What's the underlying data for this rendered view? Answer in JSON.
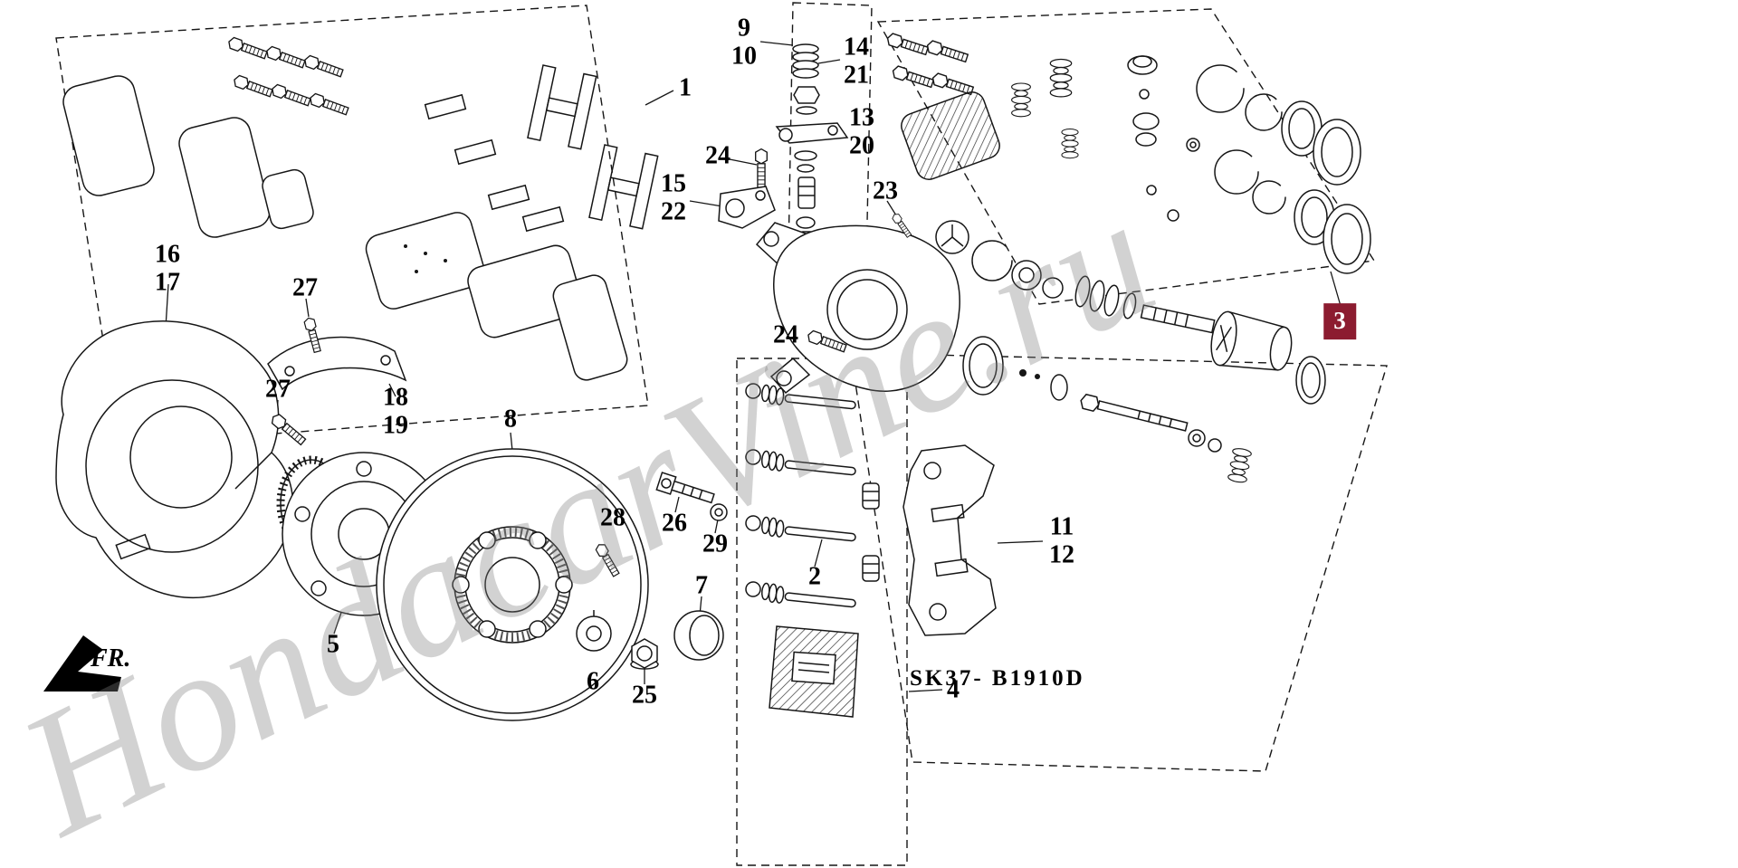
{
  "diagram": {
    "watermark": "HondacarVine.ru",
    "code": "SK37- B1910D",
    "fr_label": "FR.",
    "highlight_color": "#8c1c30",
    "line_color": "#161616",
    "background": "#ffffff"
  },
  "callouts": [
    {
      "text": "1"
    },
    {
      "text": "9\n10"
    },
    {
      "text": "14\n21"
    },
    {
      "text": "13\n20"
    },
    {
      "text": "24"
    },
    {
      "text": "15\n22"
    },
    {
      "text": "23"
    },
    {
      "text": "16\n17"
    },
    {
      "text": "27"
    },
    {
      "text": "24"
    },
    {
      "text": "3",
      "highlighted": true
    },
    {
      "text": "27"
    },
    {
      "text": "18\n19"
    },
    {
      "text": "8"
    },
    {
      "text": "28"
    },
    {
      "text": "26"
    },
    {
      "text": "29"
    },
    {
      "text": "2"
    },
    {
      "text": "11\n12"
    },
    {
      "text": "5"
    },
    {
      "text": "7"
    },
    {
      "text": "6"
    },
    {
      "text": "25"
    },
    {
      "text": "4"
    }
  ]
}
